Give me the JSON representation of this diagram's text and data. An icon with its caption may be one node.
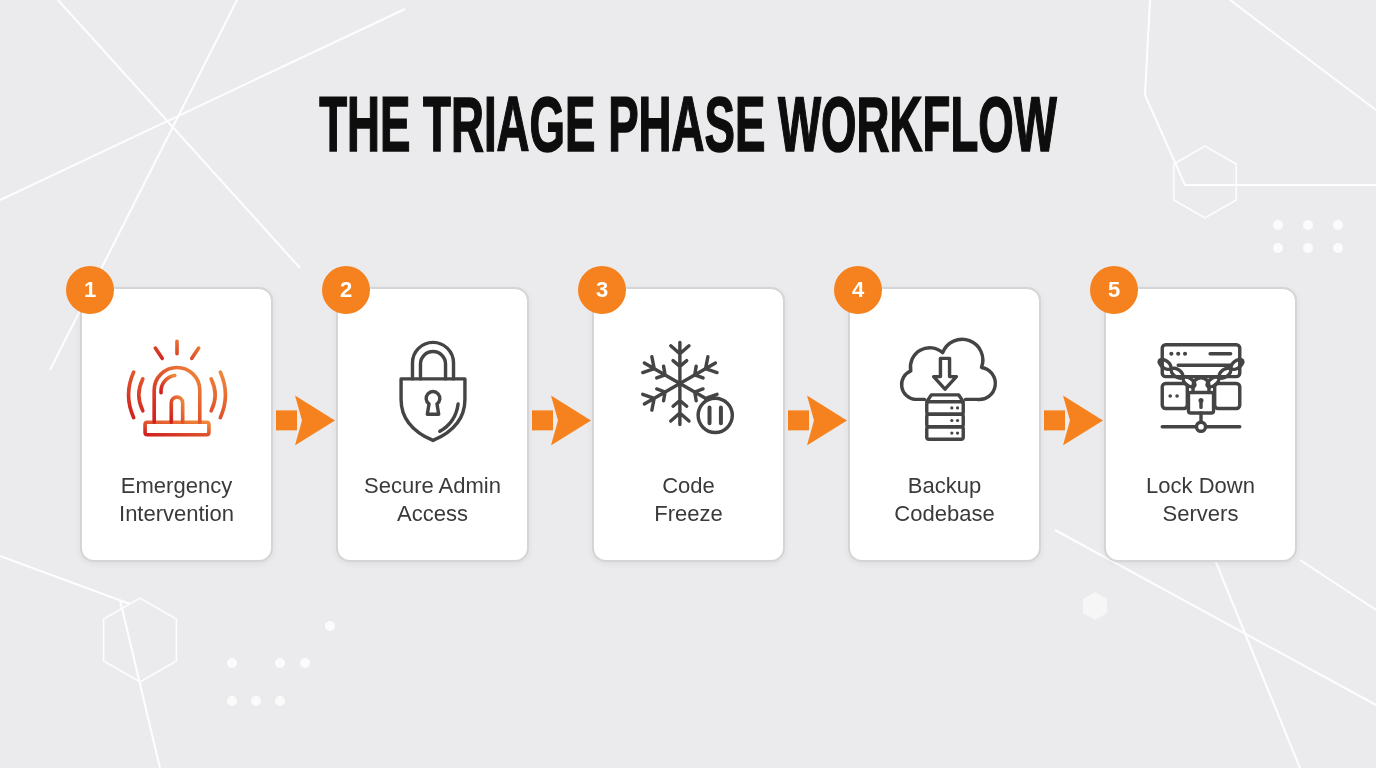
{
  "diagram": {
    "title": "THE TRIAGE PHASE WORKFLOW",
    "nodes": [
      {
        "text": [
          "1",
          "Emergency Intervention"
        ]
      },
      {
        "text": [
          "2",
          "Secure Admin Access"
        ]
      },
      {
        "text": [
          "3",
          "Code Freeze"
        ]
      },
      {
        "text": [
          "4",
          "Backup Codebase"
        ]
      },
      {
        "text": [
          "5",
          "Lock Down Servers"
        ]
      }
    ],
    "edges": [
      {
        "from": 0,
        "to": 1,
        "arrow": "to"
      },
      {
        "from": 1,
        "to": 2,
        "arrow": "to"
      },
      {
        "from": 2,
        "to": 3,
        "arrow": "to"
      },
      {
        "from": 3,
        "to": 4,
        "arrow": "to"
      }
    ]
  }
}
